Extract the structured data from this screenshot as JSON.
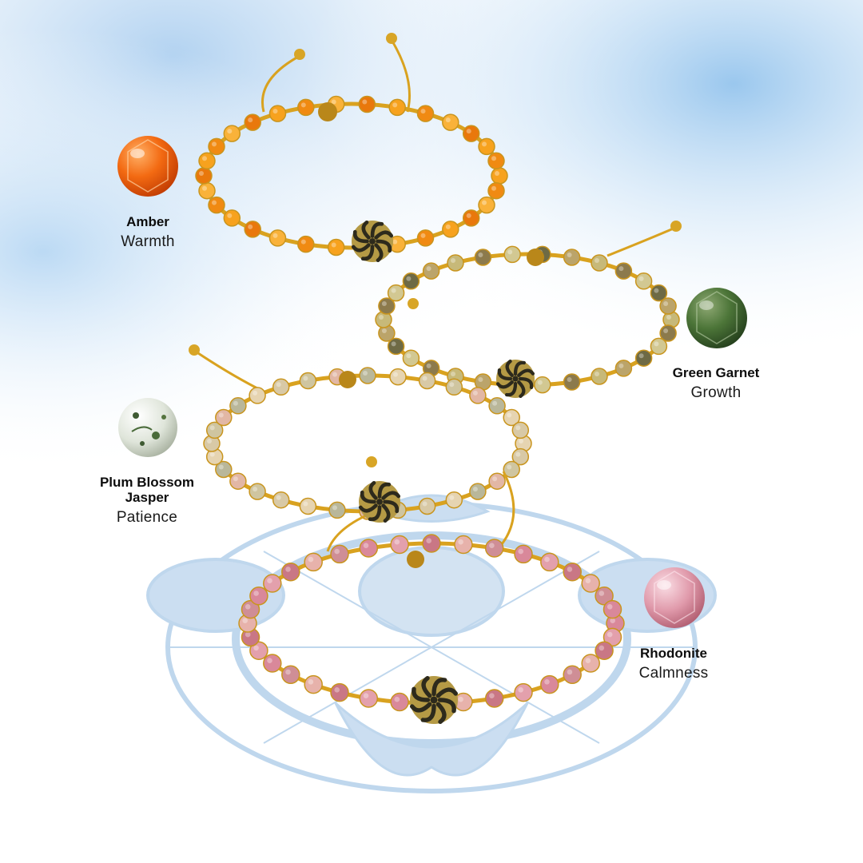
{
  "gems": [
    {
      "id": "amber",
      "name": "Amber",
      "meaning": "Warmth"
    },
    {
      "id": "green-garnet",
      "name": "Green Garnet",
      "meaning": "Growth"
    },
    {
      "id": "plum-blossom-jasper",
      "name": "Plum Blossom Jasper",
      "meaning": "Patience"
    },
    {
      "id": "rhodonite",
      "name": "Rhodonite",
      "meaning": "Calmness"
    }
  ],
  "colors": {
    "sky": "#b7d8f1",
    "cord_gold": "#d9a21f",
    "amber": "#f36a12",
    "green_garnet": "#3f6b33",
    "jasper": "#dfe5da",
    "rhodonite": "#d98a9c",
    "mandala": "#b9d3ec",
    "charm": "#2d2a1c"
  },
  "icons": [
    "amber-bead-icon",
    "green-garnet-bead-icon",
    "plum-blossom-jasper-bead-icon",
    "rhodonite-bead-icon",
    "sun-charm-icon",
    "mandala-icon"
  ]
}
